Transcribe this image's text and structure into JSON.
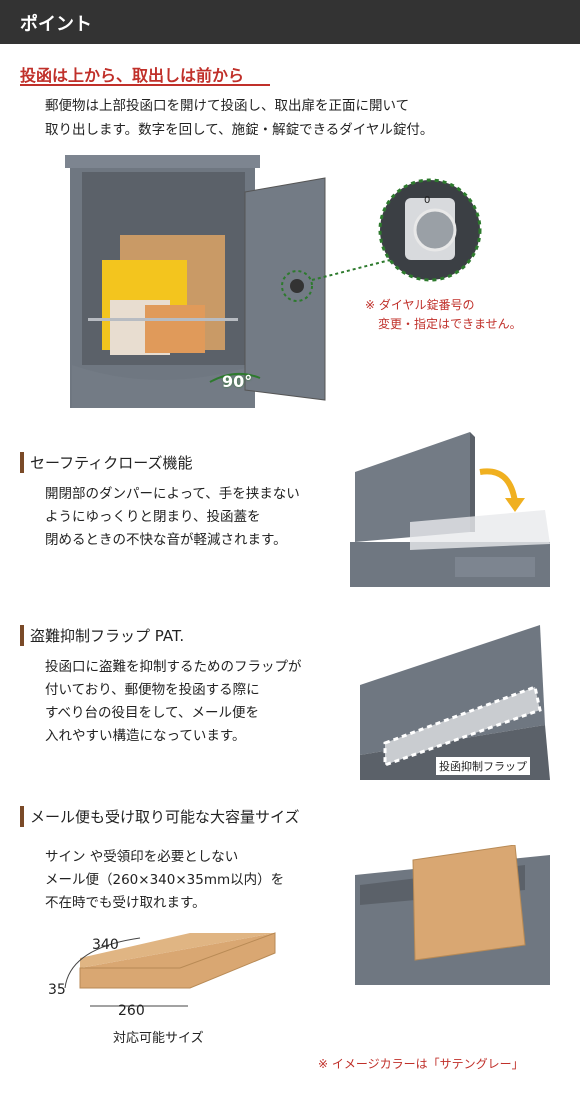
{
  "header": {
    "title": "ポイント"
  },
  "section1": {
    "title": "投函は上から、取出しは前から",
    "body": [
      "郵便物は上部投函口を開けて投函し、取出扉を正面に開いて",
      "取り出します。数字を回して、施錠・解錠できるダイヤル錠付。"
    ],
    "angle_label": "90°",
    "dial_digit": "0",
    "note": [
      "※ ダイヤル錠番号の",
      "変更・指定はできません。"
    ]
  },
  "section2": {
    "title": "セーフティクローズ機能",
    "body": [
      "開閉部のダンパーによって、手を挟まない",
      "ようにゆっくりと閉まり、投函蓋を",
      "閉めるときの不快な音が軽減されます。"
    ]
  },
  "section3": {
    "title": "盗難抑制フラップ PAT.",
    "body": [
      "投函口に盗難を抑制するためのフラップが",
      "付いており、郵便物を投函する際に",
      "すべり台の役目をして、メール便を",
      "入れやすい構造になっています。"
    ],
    "image_label": "投函抑制フラップ"
  },
  "section4": {
    "title": "メール便も受け取り可能な大容量サイズ",
    "body": [
      "サイン や受領印を必要としない",
      "メール便（260×340×35mm以内）を",
      "不在時でも受け取れます。"
    ],
    "dims": {
      "depth": "340",
      "height": "35",
      "width": "260"
    },
    "caption": "対応可能サイズ"
  },
  "footer_note": "※ イメージカラーは「サテングレー」",
  "colors": {
    "accent_red": "#c0302a",
    "bar_brown": "#7a4a28",
    "body_gray": "#6f7781",
    "cardboard": "#d9a772",
    "header": "#333333",
    "green_dots": "#2d7a2d",
    "arrow": "#f0b020"
  }
}
